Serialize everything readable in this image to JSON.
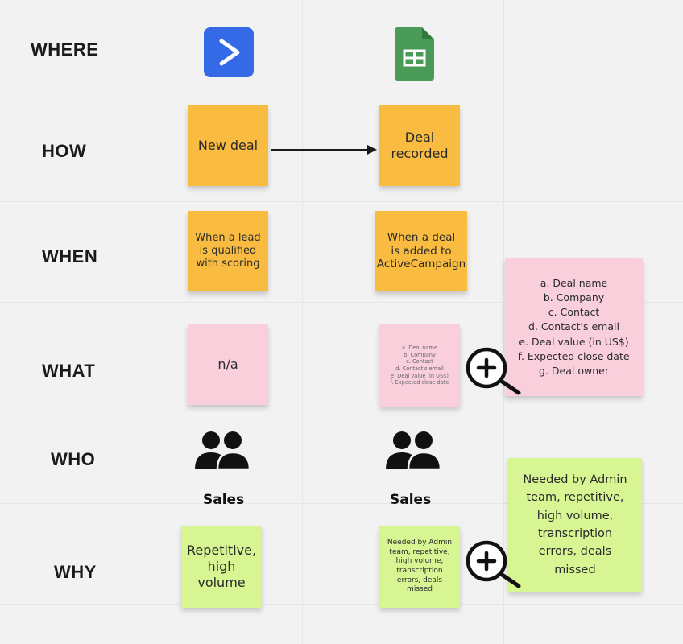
{
  "rows": {
    "where": "WHERE",
    "how": "HOW",
    "when": "WHEN",
    "what": "WHAT",
    "who": "WHO",
    "why": "WHY"
  },
  "icons": {
    "left_app": "activecampaign-icon",
    "right_app": "google-sheets-icon",
    "people": "people-icon",
    "zoom": "zoom-in-icon"
  },
  "how": {
    "left": "New deal",
    "right": [
      "Deal",
      "recorded"
    ]
  },
  "when": {
    "left": [
      "When a lead",
      "is qualified",
      "with scoring"
    ],
    "right": [
      "When a deal",
      "is added to",
      "ActiveCampaign"
    ]
  },
  "what": {
    "left": "n/a",
    "right_small": [
      "a. Deal name",
      "b. Company",
      "c. Contact",
      "d. Contact's email",
      "e. Deal value (in US$)",
      "f. Expected close date"
    ],
    "zoomed": [
      "a. Deal name",
      "b. Company",
      "c. Contact",
      "d. Contact's email",
      "e. Deal value (in US$)",
      "f. Expected close date",
      "g. Deal owner"
    ]
  },
  "who": {
    "left": "Sales",
    "right": "Sales"
  },
  "why": {
    "left": [
      "Repetitive,",
      "high",
      "volume"
    ],
    "right_small": [
      "Needed by Admin",
      "team, repetitive,",
      "high volume,",
      "transcription",
      "errors, deals",
      "missed"
    ],
    "zoomed": [
      "Needed by Admin",
      "team, repetitive,",
      "high volume,",
      "transcription",
      "errors, deals",
      "missed"
    ]
  },
  "colors": {
    "orange": "#f9bc40",
    "pink": "#f9cfdc",
    "green": "#d8f593",
    "activecampaign_blue": "#356ae6",
    "sheets_green": "#4a9a58"
  }
}
